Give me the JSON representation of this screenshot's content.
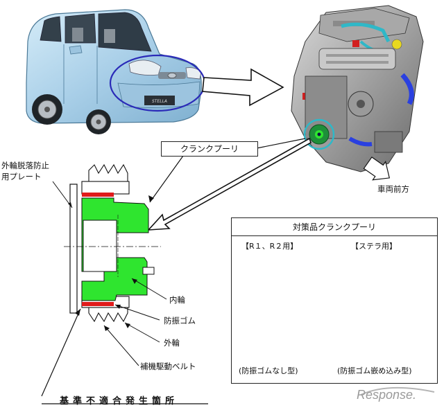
{
  "labels": {
    "crank_pulley": "クランクプーリ",
    "plate_line1": "外輪脱落防止",
    "plate_line2": "用プレート",
    "vehicle_front": "車両前方",
    "inner_ring": "内輪",
    "rubber": "防振ゴム",
    "outer_ring": "外輪",
    "belt": "補機駆動ベルト",
    "defect_location": "基準不適合発生箇所"
  },
  "panel": {
    "title": "対策品クランクプーリ",
    "left_model": "【R１、R２用】",
    "right_model": "【ステラ用】",
    "left_type": "(防振ゴムなし型)",
    "right_type": "(防振ゴム嵌め込み型)"
  },
  "car": {
    "badge": "STELLA"
  },
  "watermark": "Response.",
  "colors": {
    "car_body": "#a9cfe8",
    "highlight_green": "#2fe52f",
    "highlight_red": "#e01b1b",
    "ellipse": "#2a2ab8",
    "engine_cyan": "#2fb8c8",
    "engine_blue": "#2a40e0"
  }
}
